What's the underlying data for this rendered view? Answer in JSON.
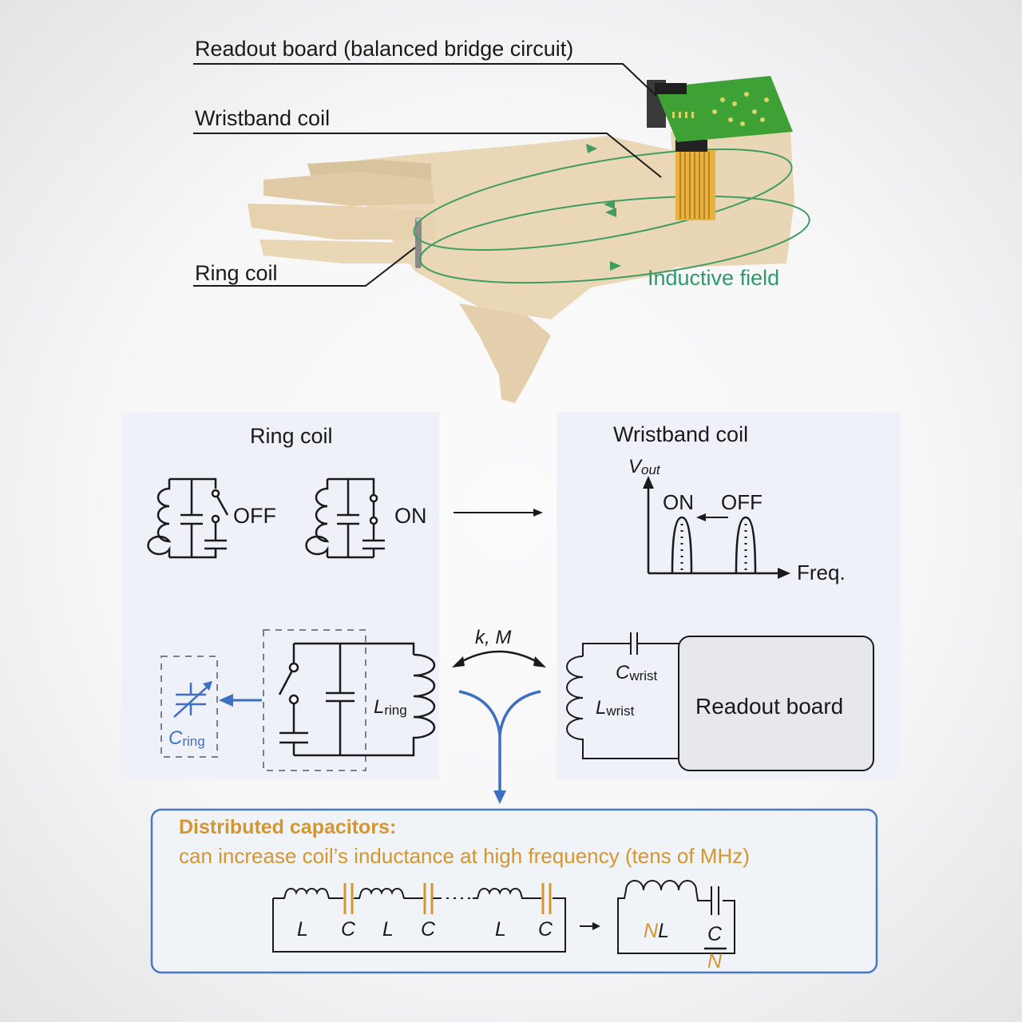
{
  "illustration": {
    "labels": {
      "readout_board": "Readout board (balanced bridge circuit)",
      "wristband_coil": "Wristband coil",
      "ring_coil": "Ring coil",
      "inductive_field": "Inductive field"
    }
  },
  "ring_panel": {
    "title": "Ring coil",
    "state_off": "OFF",
    "state_on": "ON"
  },
  "wrist_panel": {
    "title": "Wristband coil",
    "y_axis": "V",
    "y_axis_sub": "out",
    "x_axis": "Freq.",
    "peak_on": "ON",
    "peak_off": "OFF"
  },
  "circuit": {
    "coupling": "k, M",
    "c_ring": "C",
    "c_ring_sub": "ring",
    "l_ring": "L",
    "l_ring_sub": "ring",
    "c_wrist": "C",
    "c_wrist_sub": "wrist",
    "l_wrist": "L",
    "l_wrist_sub": "wrist",
    "readout_board": "Readout board"
  },
  "distributed": {
    "title": "Distributed capacitors:",
    "subtitle": "can increase coil’s inductance at high frequency (tens of MHz)",
    "chain_labels": [
      "L",
      "C",
      "L",
      "C",
      "L",
      "C"
    ],
    "equiv_N": "N",
    "equiv_L": "L",
    "equiv_C": "C",
    "equiv_N_den": "N"
  },
  "colors": {
    "accent_blue": "#3d70c2",
    "accent_orange": "#d4962f",
    "field_green": "#2e9a6a",
    "pcb_green": "#3fa33a",
    "skin": "#ead7b6"
  }
}
